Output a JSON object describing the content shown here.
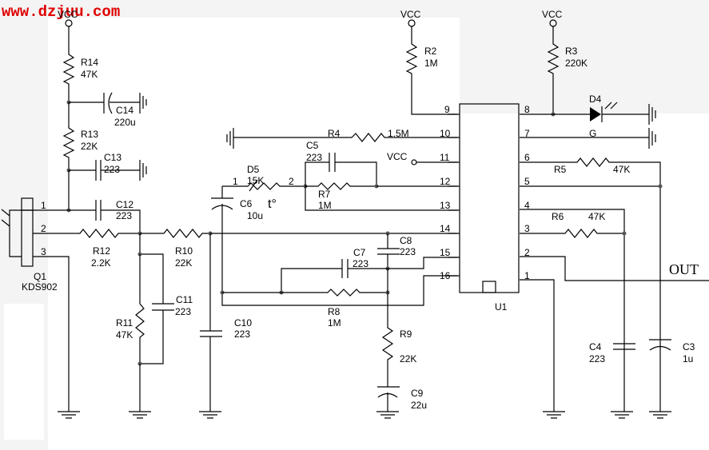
{
  "watermark": "www.dzjuu.com",
  "colors": {
    "watermark": "#e00000",
    "wire": "#000000",
    "background": "#f4f4f4"
  },
  "power": {
    "vcc": "VCC"
  },
  "components": {
    "R14": {
      "ref": "R14",
      "value": "47K"
    },
    "R13": {
      "ref": "R13",
      "value": "22K"
    },
    "C14": {
      "ref": "C14",
      "value": "220u"
    },
    "C13": {
      "ref": "C13",
      "value": "223"
    },
    "C12": {
      "ref": "C12",
      "value": "223"
    },
    "Q1": {
      "ref": "Q1",
      "value": "KDS902",
      "pins": [
        "1",
        "2",
        "3"
      ]
    },
    "R12": {
      "ref": "R12",
      "value": "2.2K"
    },
    "R10": {
      "ref": "R10",
      "value": "22K"
    },
    "R11": {
      "ref": "R11",
      "value": "47K"
    },
    "C11": {
      "ref": "C11",
      "value": "223"
    },
    "C10": {
      "ref": "C10",
      "value": "223"
    },
    "C6": {
      "ref": "C6",
      "value": "10u"
    },
    "D5": {
      "ref": "D5",
      "value": "15K",
      "pin1": "1",
      "pin2": "2",
      "symbol": "t°"
    },
    "R4": {
      "ref": "R4",
      "value": "1.5M"
    },
    "C5": {
      "ref": "C5",
      "value": "223"
    },
    "R7": {
      "ref": "R7",
      "value": "1M"
    },
    "C7": {
      "ref": "C7",
      "value": "223"
    },
    "C8": {
      "ref": "C8",
      "value": "223"
    },
    "R8": {
      "ref": "R8",
      "value": "1M"
    },
    "R9": {
      "ref": "R9",
      "value": "22K"
    },
    "C9": {
      "ref": "C9",
      "value": "22u"
    },
    "R2": {
      "ref": "R2",
      "value": "1M"
    },
    "R3": {
      "ref": "R3",
      "value": "220K"
    },
    "D4": {
      "ref": "D4"
    },
    "R5": {
      "ref": "R5",
      "value": "47K"
    },
    "R6": {
      "ref": "R6",
      "value": "47K"
    },
    "C4": {
      "ref": "C4",
      "value": "223"
    },
    "C3": {
      "ref": "C3",
      "value": "1u"
    },
    "U1": {
      "ref": "U1",
      "left_pins": [
        "9",
        "10",
        "11",
        "12",
        "13",
        "14",
        "15",
        "16"
      ],
      "right_pins": [
        "8",
        "7",
        "6",
        "5",
        "4",
        "3",
        "2",
        "1"
      ]
    }
  },
  "nets": {
    "g_label": "G",
    "out_label": "OUT"
  }
}
